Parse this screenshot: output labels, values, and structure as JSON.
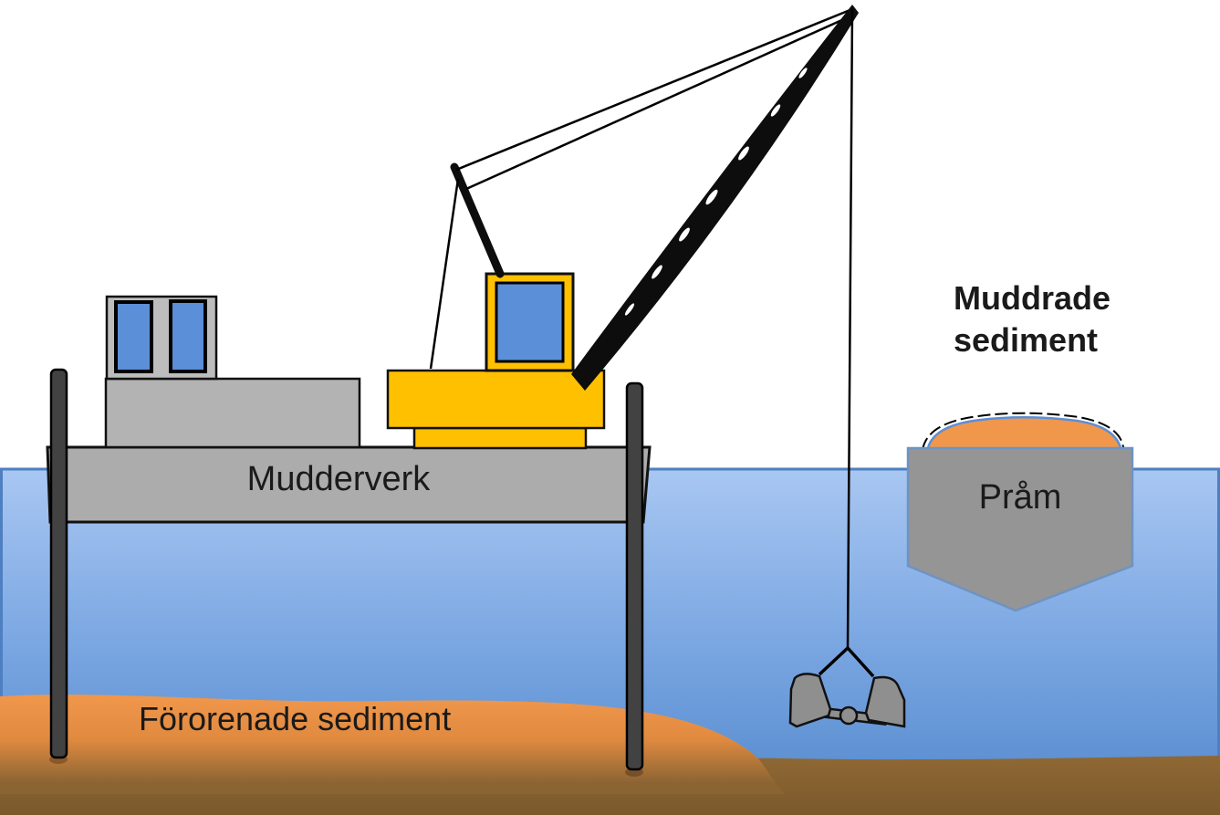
{
  "labels": {
    "dredger": "Mudderverk",
    "barge": "Pråm",
    "contaminated_sediment": "Förorenade sediment",
    "dredged_sediment": "Muddrade sediment"
  },
  "colors": {
    "water_top": "#A9C7F2",
    "water_mid": "#7BA7E2",
    "water_bottom": "#5187CC",
    "waterline_stroke": "#4E7FC1",
    "sediment_orange": "#F0974B",
    "sediment_orange_deep": "#E08A40",
    "seabed_brown": "#8B6434",
    "seabed_brown_top": "#8F6834",
    "seabed_brown_bottom": "#7B592B",
    "machine_yellow": "#FFC000",
    "window_blue": "#5B8FD8",
    "hull_gray": "#ACACAC",
    "deck_gray": "#B3B3B3",
    "cabin_gray": "#BDBDBD",
    "barge_gray": "#959595",
    "barge_stroke": "#6F93C2",
    "mound_stroke": "#5B8FD8",
    "pole_gray": "#424242",
    "grab_gray": "#8F8F8F",
    "boom_black": "#0D0D0D",
    "outline_black": "#111111",
    "cable_black": "#000000",
    "hole_white": "#FFFFFF"
  }
}
